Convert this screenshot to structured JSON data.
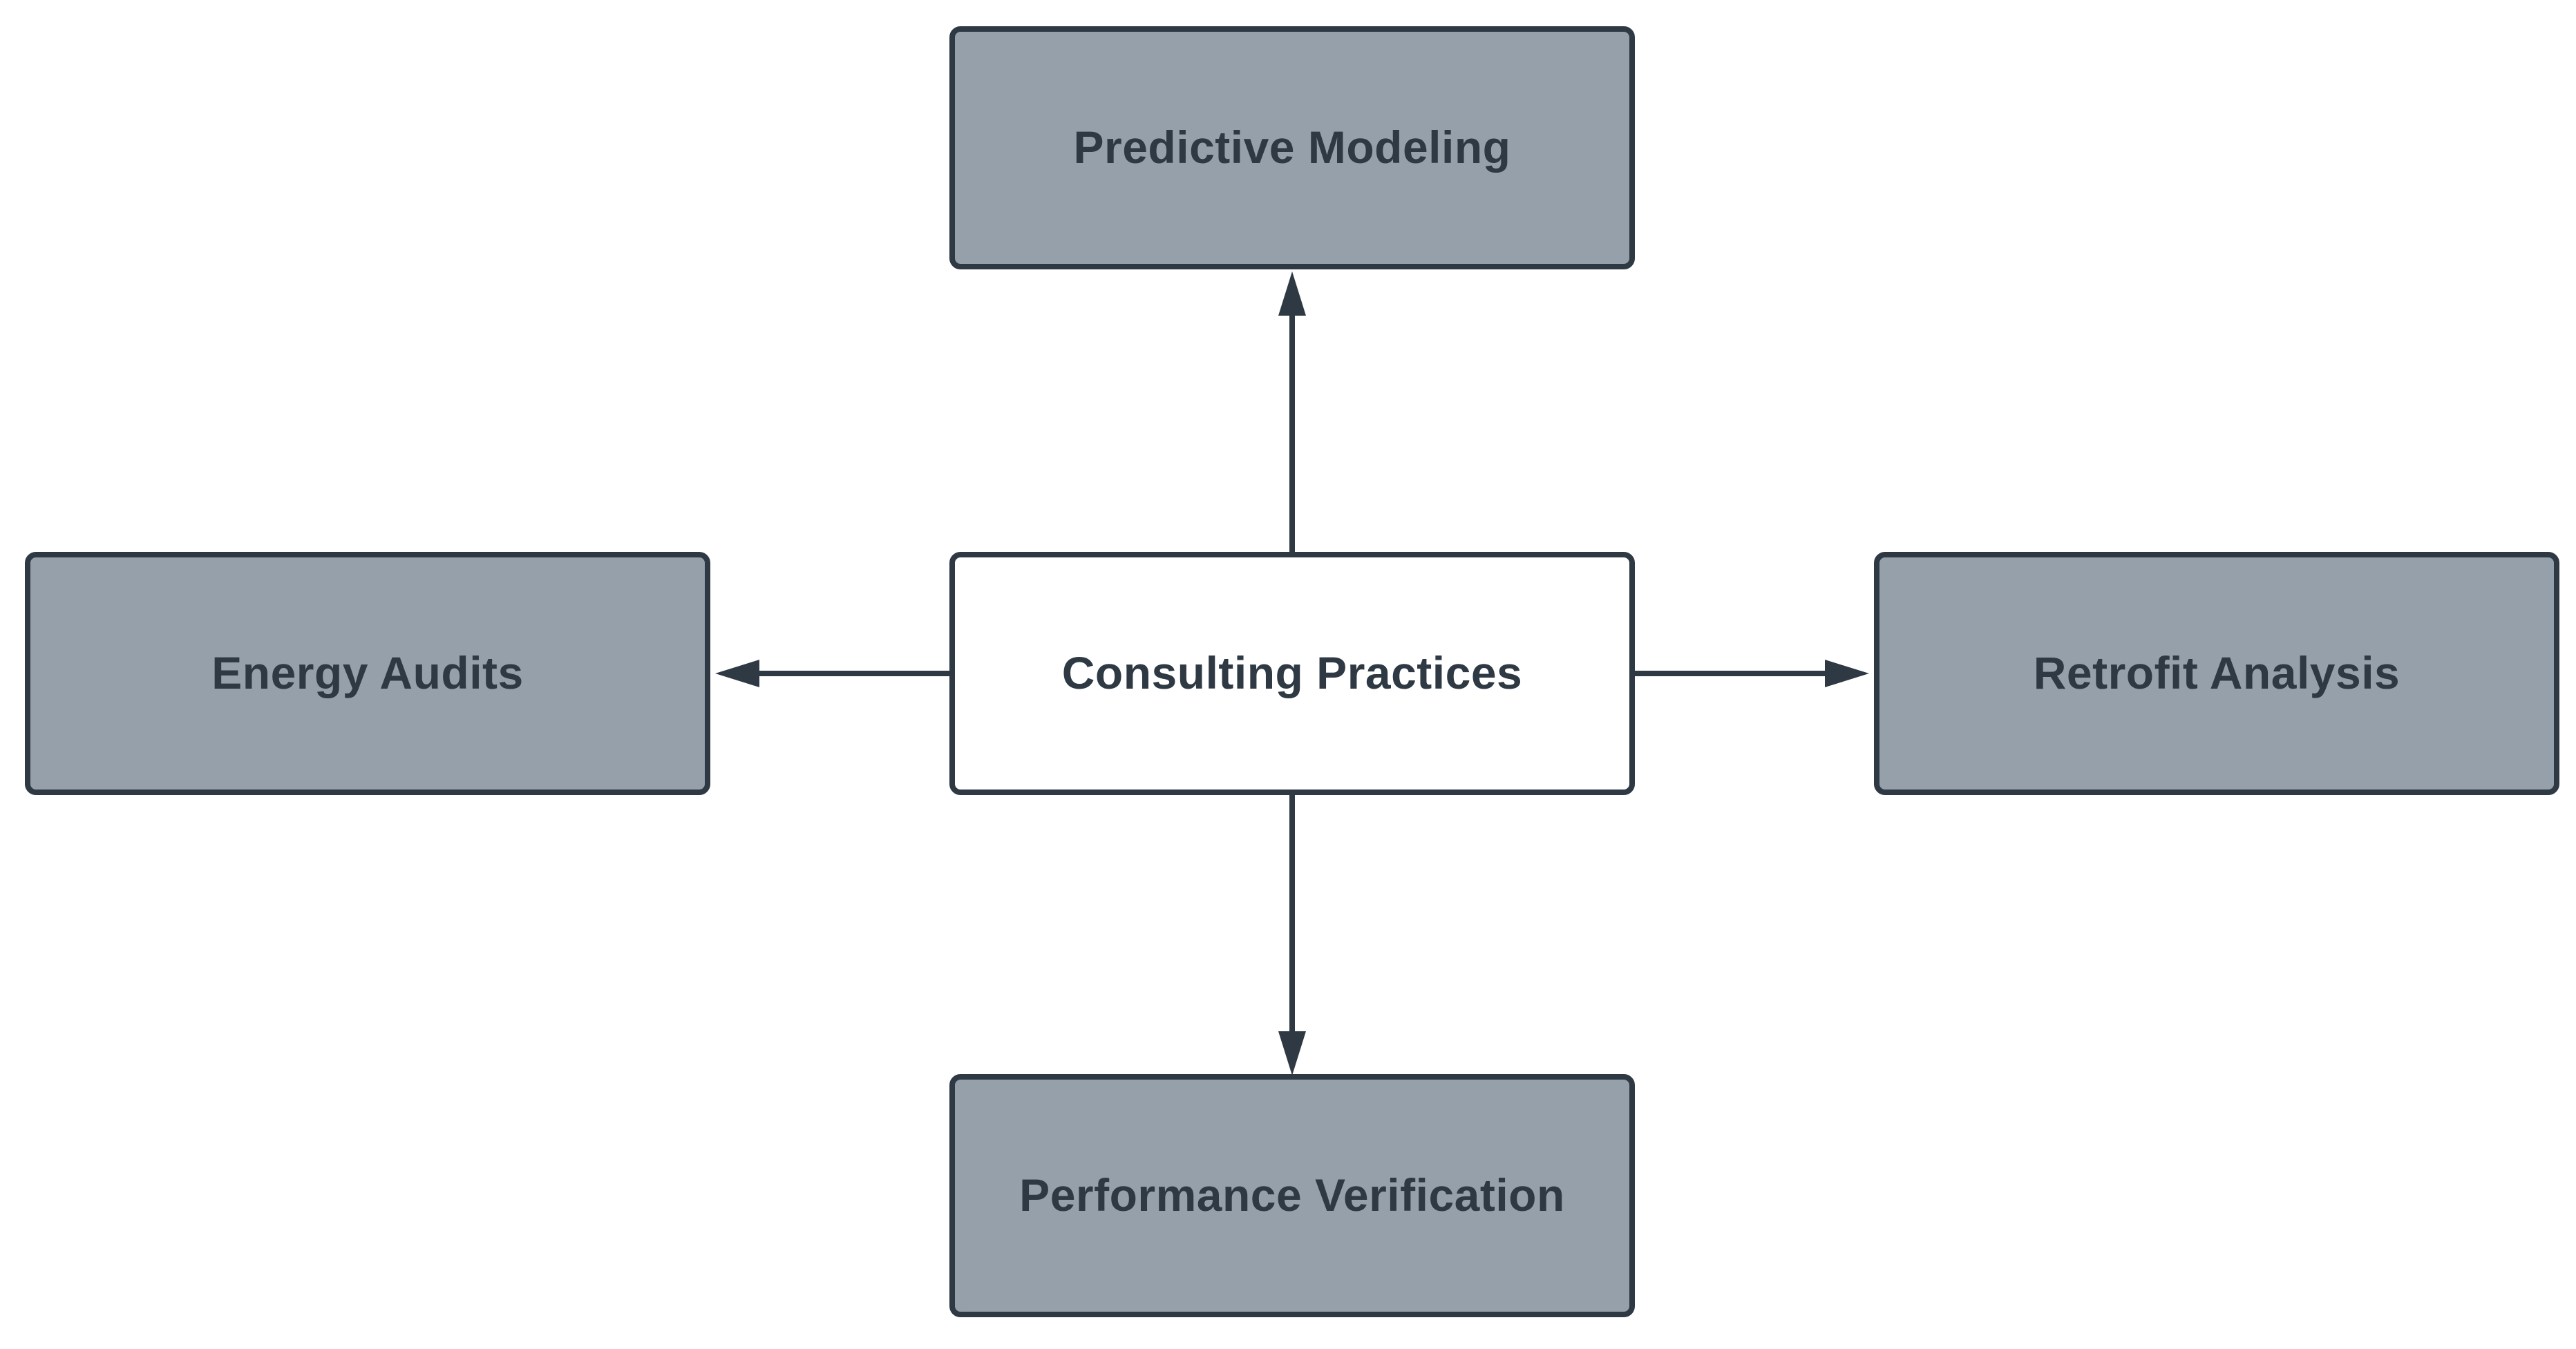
{
  "diagram": {
    "type": "hub-and-spoke",
    "nodes": {
      "center": {
        "label": "Consulting Practices",
        "fill": "#ffffff",
        "position": "center"
      },
      "top": {
        "label": "Predictive Modeling",
        "fill": "#96a0ab",
        "position": "top"
      },
      "left": {
        "label": "Energy Audits",
        "fill": "#96a0ab",
        "position": "left"
      },
      "right": {
        "label": "Retrofit Analysis",
        "fill": "#96a0ab",
        "position": "right"
      },
      "bottom": {
        "label": "Performance Verification",
        "fill": "#96a0ab",
        "position": "bottom"
      }
    },
    "connectors": [
      {
        "from": "Consulting Practices",
        "to": "Predictive Modeling",
        "direction": "up"
      },
      {
        "from": "Consulting Practices",
        "to": "Energy Audits",
        "direction": "left"
      },
      {
        "from": "Consulting Practices",
        "to": "Retrofit Analysis",
        "direction": "right"
      },
      {
        "from": "Consulting Practices",
        "to": "Performance Verification",
        "direction": "down"
      }
    ],
    "colors": {
      "background": "#ffffff",
      "node_fill": "#96a0ab",
      "center_node_fill": "#ffffff",
      "stroke": "#2e3944",
      "text": "#2e3944"
    }
  }
}
